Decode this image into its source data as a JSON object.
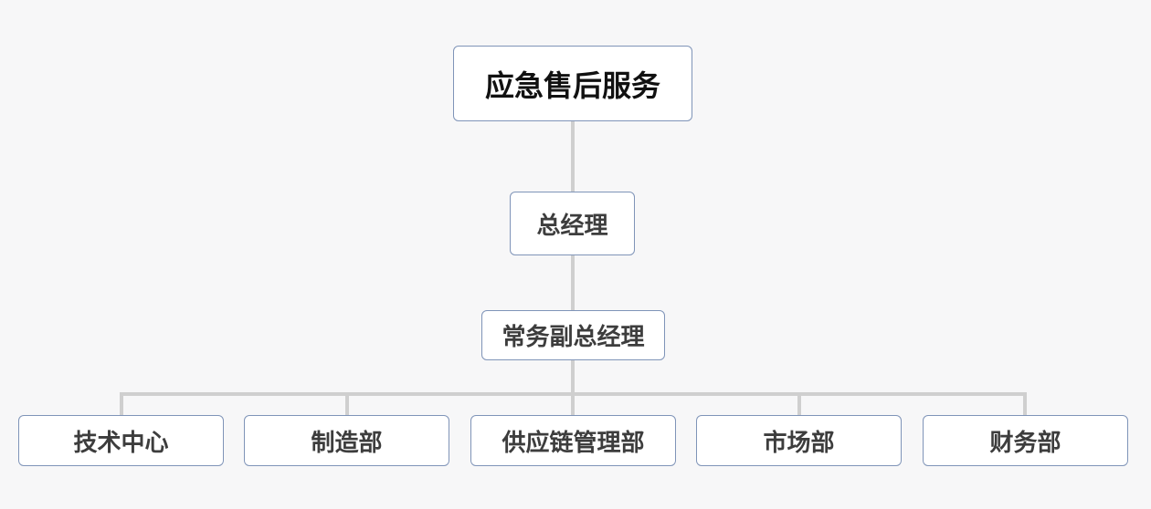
{
  "root": {
    "label": "应急售后服务"
  },
  "general_manager": {
    "label": "总经理"
  },
  "vice_general_manager": {
    "label": "常务副总经理"
  },
  "departments": [
    {
      "label": "技术中心"
    },
    {
      "label": "制造部"
    },
    {
      "label": "供应链管理部"
    },
    {
      "label": "市场部"
    },
    {
      "label": "财务部"
    }
  ],
  "colors": {
    "background": "#f7f7f8",
    "node_border": "#7f94b8",
    "connector": "#cfcfcf",
    "root_text": "#111111",
    "node_text": "#3d3d3d"
  }
}
